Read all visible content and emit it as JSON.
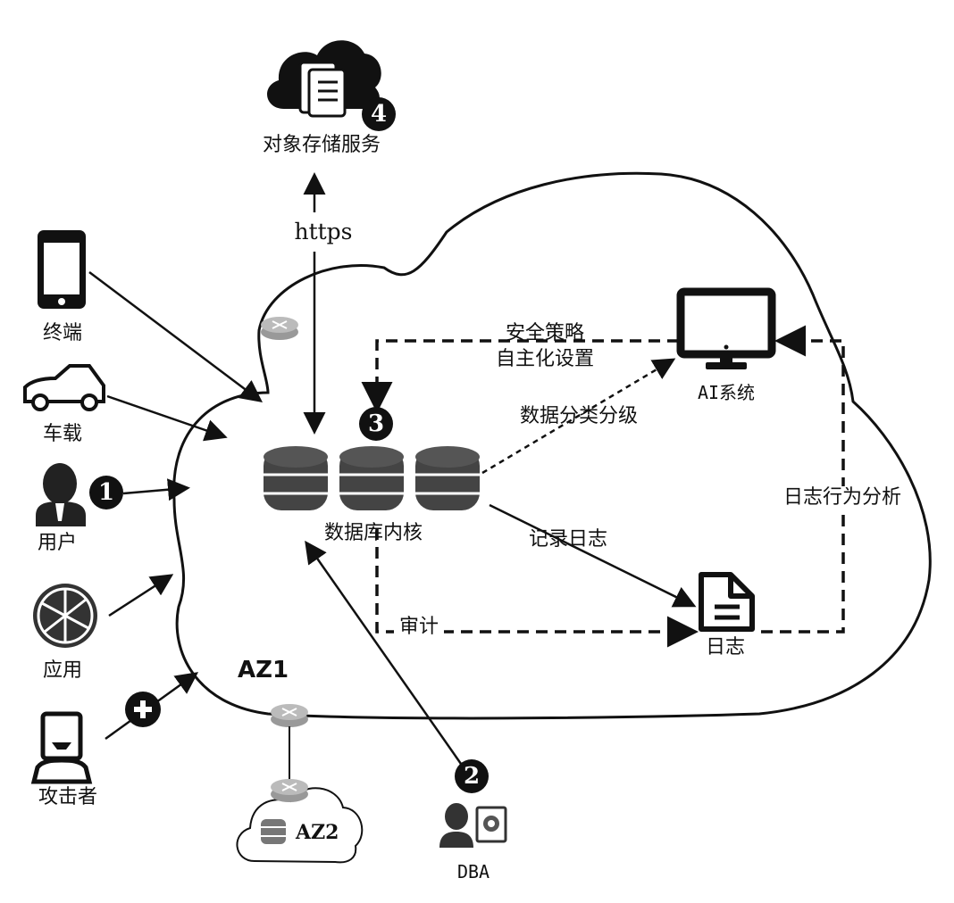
{
  "labels": {
    "object_storage": "对象存储服务",
    "https": "https",
    "terminal": "终端",
    "vehicle": "车载",
    "user": "用户",
    "application": "应用",
    "attacker": "攻击者",
    "policy_line1": "安全策略",
    "policy_line2": "自主化设置",
    "ai_system": "AI系统",
    "data_classification": "数据分类分级",
    "db_kernel": "数据库内核",
    "record_log": "记录日志",
    "log_behavior": "日志行为分析",
    "audit": "审计",
    "log": "日志",
    "az1": "AZ1",
    "az2": "AZ2",
    "dba": "DBA"
  },
  "badges": {
    "b1": "1",
    "b2": "2",
    "b3": "3",
    "b4": "4"
  },
  "icons": [
    "cloud-storage-icon",
    "phone-icon",
    "car-icon",
    "user-icon",
    "app-globe-icon",
    "attacker-icon",
    "router-icon",
    "database-icon",
    "monitor-icon",
    "document-icon",
    "dba-admin-icon",
    "plus-icon"
  ]
}
